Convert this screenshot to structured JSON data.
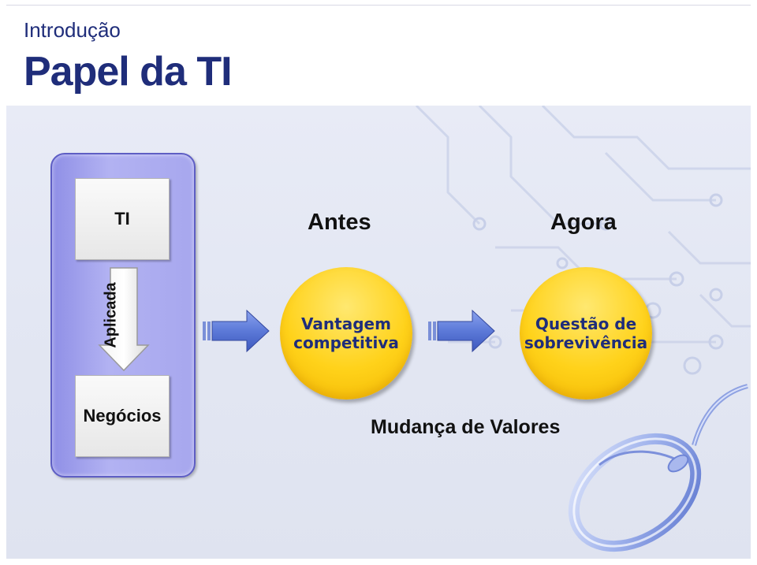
{
  "header": {
    "subtitle": "Introdução",
    "title": "Papel da TI"
  },
  "left_panel": {
    "top_box": "TI",
    "arrow_label": "Aplicada",
    "bottom_box": "Negócios"
  },
  "columns": {
    "before": "Antes",
    "now": "Agora"
  },
  "circles": {
    "first_line1": "Vantagem",
    "first_line2": "competitiva",
    "second_line1": "Questão de",
    "second_line2": "sobrevivência"
  },
  "footer_label": "Mudança de Valores",
  "colors": {
    "title_blue": "#1f2d7a",
    "panel_purple": "#a7a7ee",
    "circle_yellow": "#ffd21a",
    "arrow_blue": "#5c79d8",
    "background": "#e3e7f3"
  },
  "icons": {
    "down_arrow": "down-arrow-icon",
    "right_arrow": "right-arrow-icon",
    "mouse": "computer-mouse-icon"
  }
}
